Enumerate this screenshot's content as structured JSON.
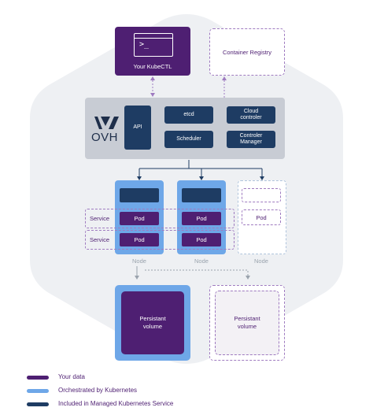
{
  "kubectl": {
    "label": "Your KubeCTL",
    "prompt": ">_"
  },
  "registry": {
    "label": "Container Registry"
  },
  "control_plane": {
    "brand": "OVH",
    "api": "API",
    "etcd": "etcd",
    "scheduler": "Scheduler",
    "cloud_controller": "Cloud\ncontroler",
    "controller_manager": "Controler\nManager"
  },
  "nodes": {
    "node_label": "Node",
    "pod_label": "Pod",
    "service_label": "Service"
  },
  "volumes": {
    "managed": "Persistant\nvolume",
    "external": "Persistant\nvolume"
  },
  "legend": [
    {
      "label": "Your data",
      "color": "#4e1f72"
    },
    {
      "label": "Orchestrated by Kubernetes",
      "color": "#6ea7e8"
    },
    {
      "label": "Included in Managed Kubernetes Service",
      "color": "#1e3c63"
    }
  ],
  "colors": {
    "purple": "#4e1f72",
    "blue": "#6ea7e8",
    "navy": "#1e3c63",
    "panel_grey": "#c8ccd4",
    "hex_bg": "#eef0f3"
  }
}
